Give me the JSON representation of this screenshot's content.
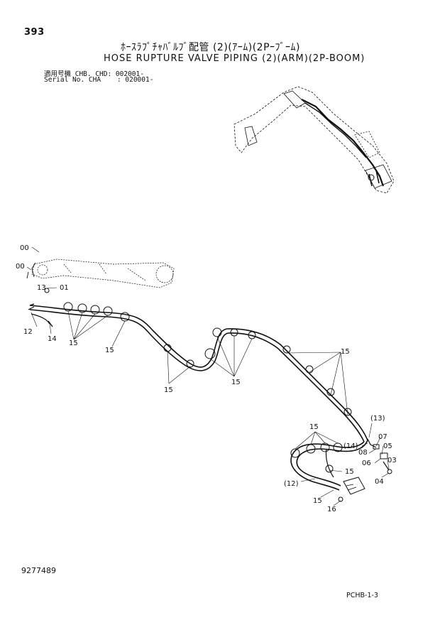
{
  "header": {
    "page_number": "393",
    "title_jp": "ﾎｰｽﾗﾌﾟﾁｬﾊﾞﾙﾌﾞ配管 (2)(ｱｰﾑ)(2Pｰﾌﾞｰﾑ)",
    "title_en": "HOSE RUPTURE VALVE PIPING (2)(ARM)(2P-BOOM)",
    "applicability_line1": "適用号機 CHB. CHD: 002001-",
    "applicability_line2": "Serial No. CHA    : 020001-"
  },
  "callouts": {
    "c00a": "00",
    "c00b": "00",
    "c13": "13",
    "c01": "01",
    "c12": "12",
    "c14": "14",
    "c15a": "15",
    "c15b": "15",
    "c15c": "15",
    "c15d": "15",
    "c15e": "15",
    "c15f": "15",
    "c15g": "15",
    "c15h": "15",
    "c13p": "(13)",
    "c14p": "(14)",
    "c07": "07",
    "c08": "08",
    "c05": "05",
    "c06": "06",
    "c03": "03",
    "c04": "04",
    "c12p": "(12)",
    "c16": "16"
  },
  "footer": {
    "doc_id": "9277489",
    "page_code": "PCHB-1-3"
  }
}
